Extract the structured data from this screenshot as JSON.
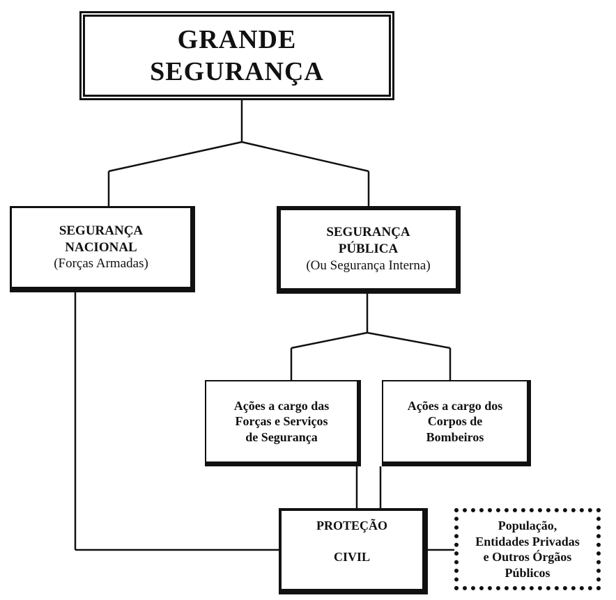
{
  "root": {
    "line1": "GRANDE",
    "line2": "SEGURANÇA"
  },
  "seguranca_nacional": {
    "line1": "SEGURANÇA",
    "line2": "NACIONAL",
    "line3": "(Forças Armadas)"
  },
  "seguranca_publica": {
    "line1": "SEGURANÇA",
    "line2": "PÚBLICA",
    "line3": "(Ou Segurança Interna)"
  },
  "acoes_forcas": {
    "line1": "Ações a cargo das",
    "line2": "Forças e Serviços",
    "line3": "de Segurança"
  },
  "acoes_bombeiros": {
    "line1": "Ações a cargo dos",
    "line2": "Corpos de",
    "line3": "Bombeiros"
  },
  "protecao_civil": {
    "line1": "PROTEÇÃO",
    "line2": "CIVIL"
  },
  "populacao": {
    "line1": "População,",
    "line2": "Entidades Privadas",
    "line3": "e Outros Órgãos",
    "line4": "Públicos"
  },
  "colors": {
    "line": "#111111",
    "background": "#ffffff"
  }
}
